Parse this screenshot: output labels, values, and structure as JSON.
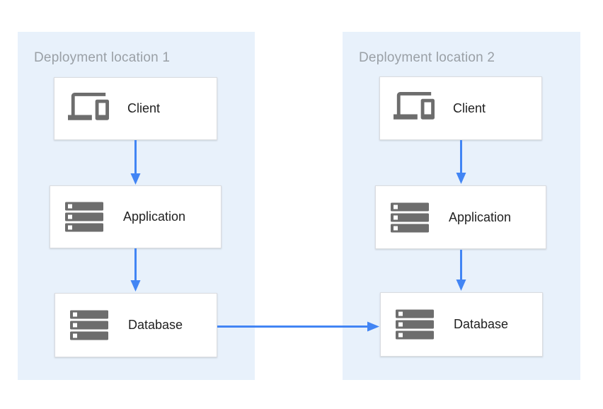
{
  "panels": [
    {
      "title": "Deployment location 1",
      "nodes": [
        {
          "label": "Client",
          "icon": "devices-icon"
        },
        {
          "label": "Application",
          "icon": "server-stack-icon"
        },
        {
          "label": "Database",
          "icon": "server-stack-icon"
        }
      ]
    },
    {
      "title": "Deployment location 2",
      "nodes": [
        {
          "label": "Client",
          "icon": "devices-icon"
        },
        {
          "label": "Application",
          "icon": "server-stack-icon"
        },
        {
          "label": "Database",
          "icon": "server-stack-icon"
        }
      ]
    }
  ],
  "connections": [
    {
      "from": "location-1-client",
      "to": "location-1-application",
      "style": "arrow-down"
    },
    {
      "from": "location-1-application",
      "to": "location-1-database",
      "style": "arrow-down"
    },
    {
      "from": "location-2-client",
      "to": "location-2-application",
      "style": "arrow-down"
    },
    {
      "from": "location-2-application",
      "to": "location-2-database",
      "style": "arrow-down"
    },
    {
      "from": "location-1-database",
      "to": "location-2-database",
      "style": "arrow-right"
    }
  ],
  "colors": {
    "panel_background": "#e8f1fb",
    "arrow_blue": "#4285f4",
    "icon_gray": "#6d6d6d",
    "title_gray": "#9aa0a6",
    "node_border": "#dadce0",
    "node_background": "#ffffff",
    "label_text": "#212121"
  }
}
